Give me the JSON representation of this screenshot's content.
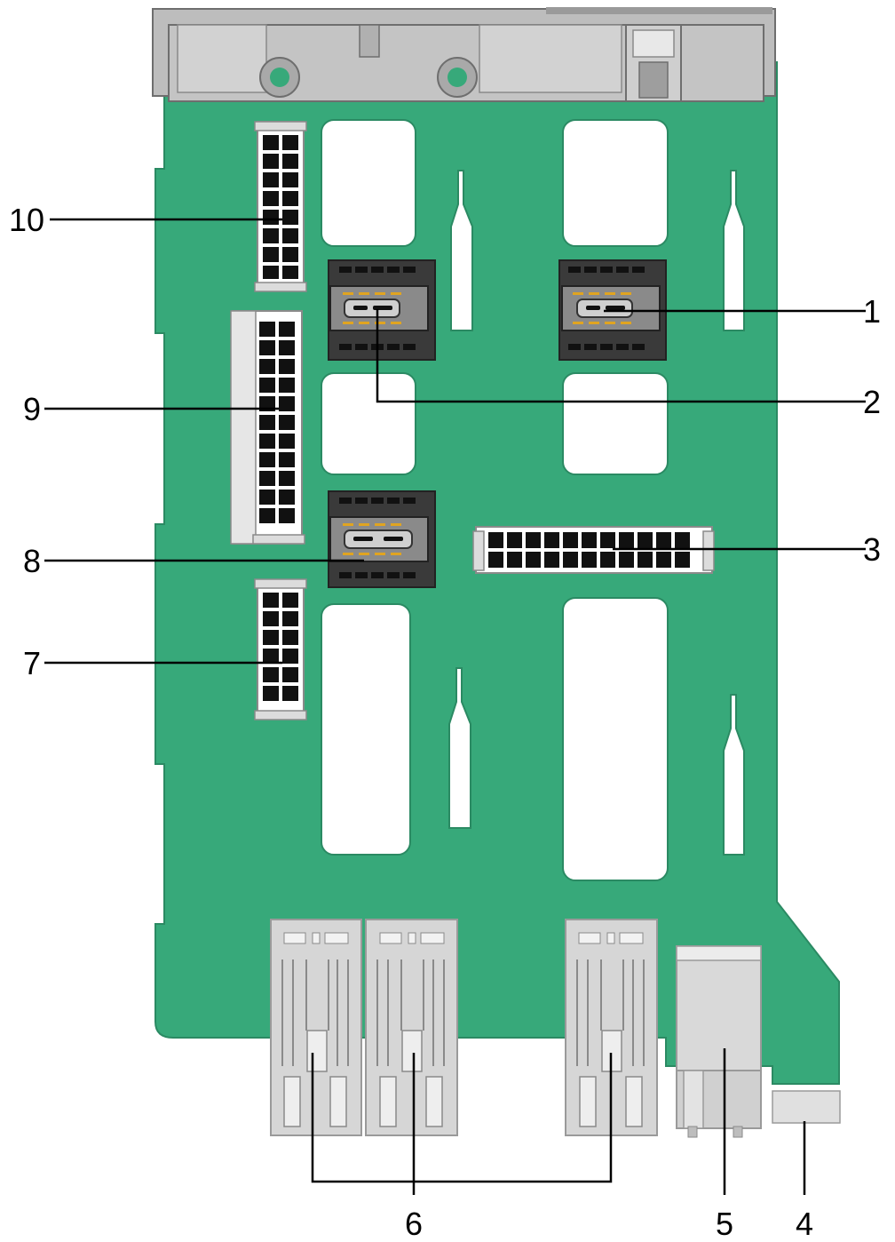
{
  "colors": {
    "board": "#37a97a",
    "board_edge": "#2b8a63",
    "bracket": "#b9b9b9",
    "connector_dark": "#3a3a3a",
    "pin": "#e0a421",
    "latch": "#d6d6d6",
    "leader": "#000000"
  },
  "callouts": [
    {
      "id": "1",
      "label": "1"
    },
    {
      "id": "2",
      "label": "2"
    },
    {
      "id": "3",
      "label": "3"
    },
    {
      "id": "4",
      "label": "4"
    },
    {
      "id": "5",
      "label": "5"
    },
    {
      "id": "6",
      "label": "6"
    },
    {
      "id": "7",
      "label": "7"
    },
    {
      "id": "8",
      "label": "8"
    },
    {
      "id": "9",
      "label": "9"
    },
    {
      "id": "10",
      "label": "10"
    }
  ],
  "icons": {
    "board": "pcb-board-icon",
    "power_connector": "power-connector-icon",
    "slimline_connector": "slimline-sas-connector-icon",
    "drive_connector": "drive-slot-connector-icon"
  }
}
